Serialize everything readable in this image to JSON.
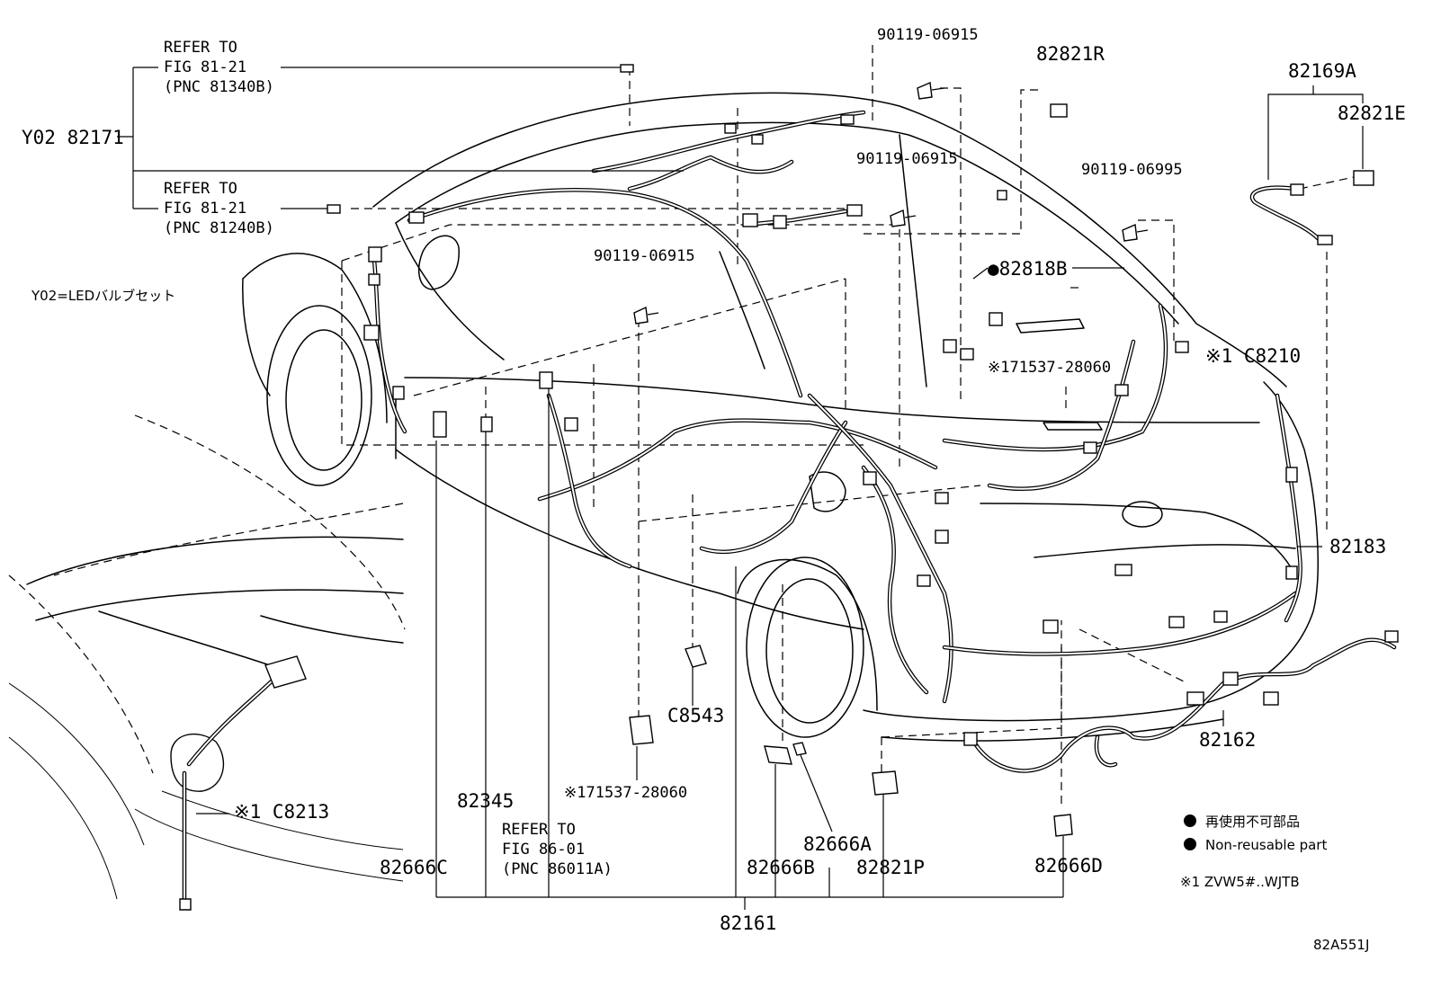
{
  "labels": {
    "refer_to_1": "REFER TO",
    "fig_81_21_a": "FIG 81-21",
    "pnc_81340b": "(PNC 81340B)",
    "refer_to_2": "REFER TO",
    "fig_81_21_b": "FIG 81-21",
    "pnc_81240b": "(PNC 81240B)",
    "y02_82171": "Y02 82171",
    "y02_note": "Y02=LEDバルブセット",
    "bolt_top": "90119-06915",
    "bolt_mid": "90119-06915",
    "bolt_left": "90119-06915",
    "bolt_right": "90119-06995",
    "p82821r": "82821R",
    "p82169a": "82169A",
    "p82821e": "82821E",
    "p82818b": "●82818B",
    "label_top": "※171537-28060",
    "c8210": "※1 C8210",
    "p82183": "82183",
    "p82162": "82162",
    "c8543": "C8543",
    "label_bottom": "※171537-28060",
    "p82345": "82345",
    "refer_to_3": "REFER TO",
    "fig_86_01": "FIG 86-01",
    "pnc_86011a": "(PNC 86011A)",
    "c8213": "※1 C8213",
    "p82666c": "82666C",
    "p82666a": "82666A",
    "p82666b": "82666B",
    "p82821p": "82821P",
    "p82666d": "82666D",
    "p82161": "82161",
    "legend_ja": "再使用不可部品",
    "legend_en": "Non-reusable part",
    "footnote": "※1 ZVW5#..WJTB",
    "diagram_id": "82A551J"
  }
}
